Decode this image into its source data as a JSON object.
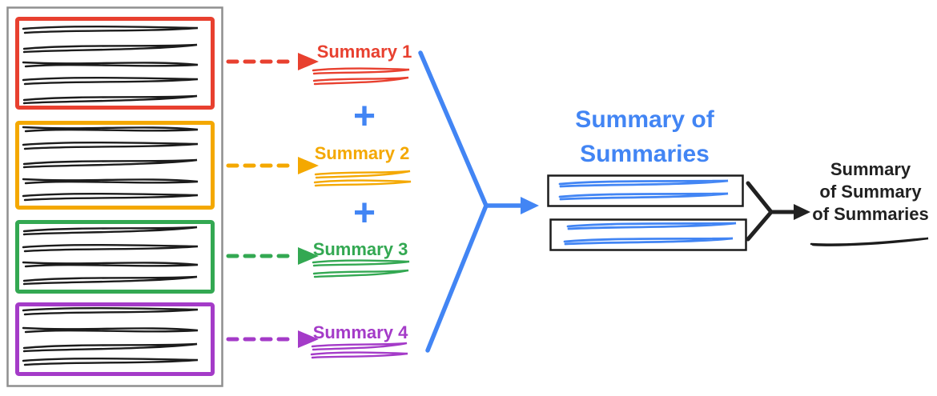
{
  "summaries": [
    {
      "label": "Summary 1",
      "color": "#E8402F"
    },
    {
      "label": "Summary 2",
      "color": "#F4A800"
    },
    {
      "label": "Summary 3",
      "color": "#33A852"
    },
    {
      "label": "Summary 4",
      "color": "#A43BC8"
    }
  ],
  "plus_signs": {
    "first": "+",
    "second": "+"
  },
  "aggregate": {
    "title_line1": "Summary of",
    "title_line2": "Summaries",
    "color": "#4285F4"
  },
  "final": {
    "line1": "Summary",
    "line2": "of Summary",
    "line3": "of Summaries",
    "color": "#212121"
  },
  "palette": {
    "container_border": "#8F8F8F",
    "scribble_ink": "#1C1C1C",
    "box_border": "#1C1C1C"
  }
}
